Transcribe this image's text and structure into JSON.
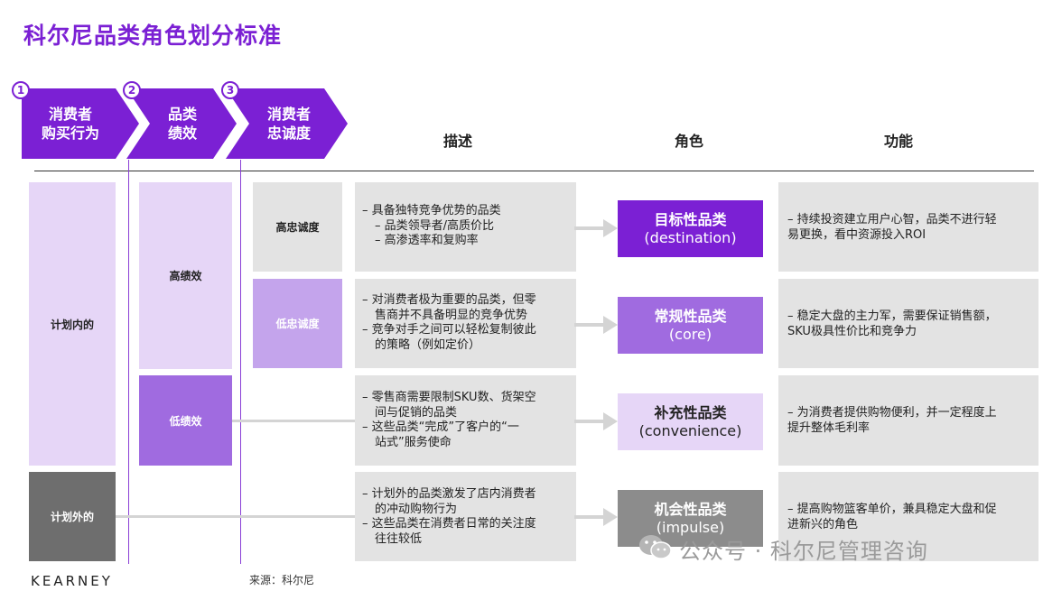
{
  "title": "科尔尼品类角色划分标准",
  "steps": [
    {
      "num": "1",
      "label": "消费者\n购买行为"
    },
    {
      "num": "2",
      "label": "品类\n绩效"
    },
    {
      "num": "3",
      "label": "消费者\n忠诚度"
    }
  ],
  "headers": {
    "desc": "描述",
    "role": "角色",
    "func": "功能"
  },
  "behavior": {
    "planned": "计划内的",
    "unplanned": "计划外的"
  },
  "performance": {
    "high": "高绩效",
    "low": "低绩效"
  },
  "loyalty": {
    "high": "高忠诚度",
    "low": "低忠诚度"
  },
  "rows": [
    {
      "desc": [
        {
          "t": "– 具备独特竞争优势的品类",
          "sub": false
        },
        {
          "t": "– 品类领导者/高质价比",
          "sub": true
        },
        {
          "t": "– 高渗透率和复购率",
          "sub": true
        }
      ],
      "role_cn": "目标性品类",
      "role_en": "(destination)",
      "func": "– 持续投资建立用户心智，品类不进行轻\n易更换，看中资源投入ROI"
    },
    {
      "desc": [
        {
          "t": "– 对消费者极为重要的品类，但零",
          "sub": false
        },
        {
          "t": "售商并不具备明显的竞争优势",
          "sub": true
        },
        {
          "t": "– 竞争对手之间可以轻松复制彼此",
          "sub": false
        },
        {
          "t": "的策略（例如定价）",
          "sub": true
        }
      ],
      "role_cn": "常规性品类",
      "role_en": "(core)",
      "func": "– 稳定大盘的主力军，需要保证销售额，\nSKU极具性价比和竞争力"
    },
    {
      "desc": [
        {
          "t": "– 零售商需要限制SKU数、货架空",
          "sub": false
        },
        {
          "t": "间与促销的品类",
          "sub": true
        },
        {
          "t": "– 这些品类“完成”了客户的“一",
          "sub": false
        },
        {
          "t": "站式”服务使命",
          "sub": true
        }
      ],
      "role_cn": "补充性品类",
      "role_en": "(convenience)",
      "func": "– 为消费者提供购物便利，并一定程度上\n提升整体毛利率"
    },
    {
      "desc": [
        {
          "t": "– 计划外的品类激发了店内消费者",
          "sub": false
        },
        {
          "t": "的冲动购物行为",
          "sub": true
        },
        {
          "t": "– 这些品类在消费者日常的关注度",
          "sub": false
        },
        {
          "t": "往往较低",
          "sub": true
        }
      ],
      "role_cn": "机会性品类",
      "role_en": "(impulse)",
      "func": "– 提高购物篮客单价，兼具稳定大盘和促\n进新兴的角色"
    }
  ],
  "footer": {
    "logo": "KEARNEY",
    "source": "来源：科尔尼"
  },
  "watermark": "公众号 · 科尔尼管理咨询",
  "colors": {
    "purple": "#7b20d4",
    "mid_purple": "#a06be0",
    "light_purple": "#e6d6f7",
    "gray_box": "#e3e3e3",
    "dark_gray": "#6e6e6e"
  }
}
